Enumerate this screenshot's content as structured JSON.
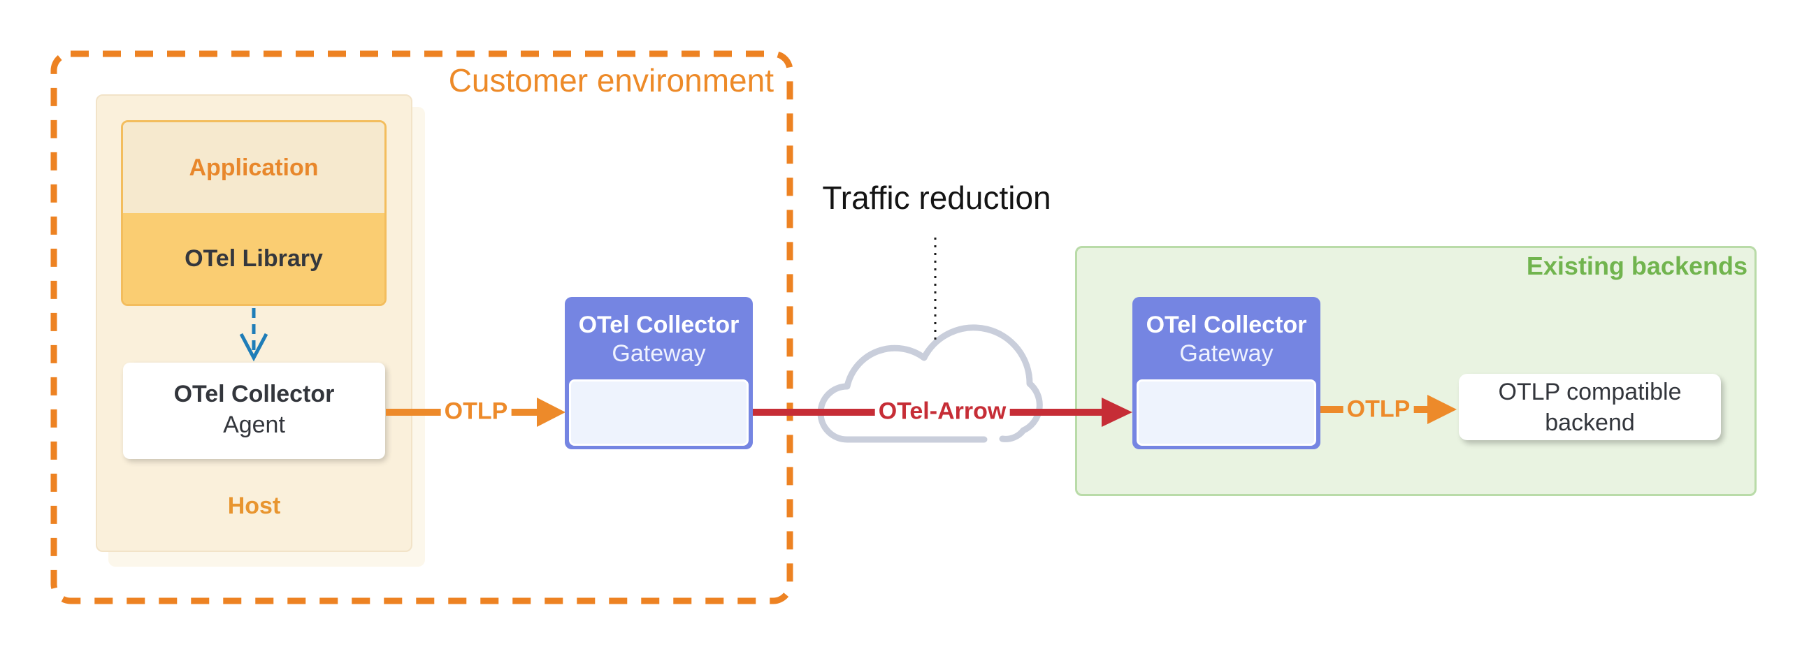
{
  "customer_box": {
    "label": "Customer environment"
  },
  "host_box": {
    "label": "Host"
  },
  "app_stack": {
    "application_label": "Application",
    "library_label": "OTel Library"
  },
  "agent_node": {
    "title": "OTel Collector",
    "subtitle": "Agent"
  },
  "gateway_left": {
    "title": "OTel Collector",
    "subtitle": "Gateway"
  },
  "gateway_right": {
    "title": "OTel Collector",
    "subtitle": "Gateway"
  },
  "backends_zone": {
    "label": "Existing backends"
  },
  "backend_node": {
    "label": "OTLP compatible backend"
  },
  "edges": {
    "otlp_left": "OTLP",
    "otel_arrow": "OTel-Arrow",
    "otlp_right": "OTLP",
    "traffic_reduction": "Traffic reduction"
  },
  "colors": {
    "dashed_border_orange": "#ED8222",
    "accent_orange": "#ED8A2A",
    "crimson": "#C62D36",
    "steel_blue": "#1E7DB8",
    "gateway_blue": "#7585E2",
    "gateway_inner": "#EEF3FD",
    "green_fill": "#E9F3E1",
    "green_border": "#B9DBA8",
    "green_text": "#71B44E",
    "host_fill": "#FAF0DB",
    "application_fill": "#F6E9CE",
    "library_fill": "#FACD72",
    "dark_text": "#33363C",
    "cloud_stroke": "#C9CEDB"
  }
}
